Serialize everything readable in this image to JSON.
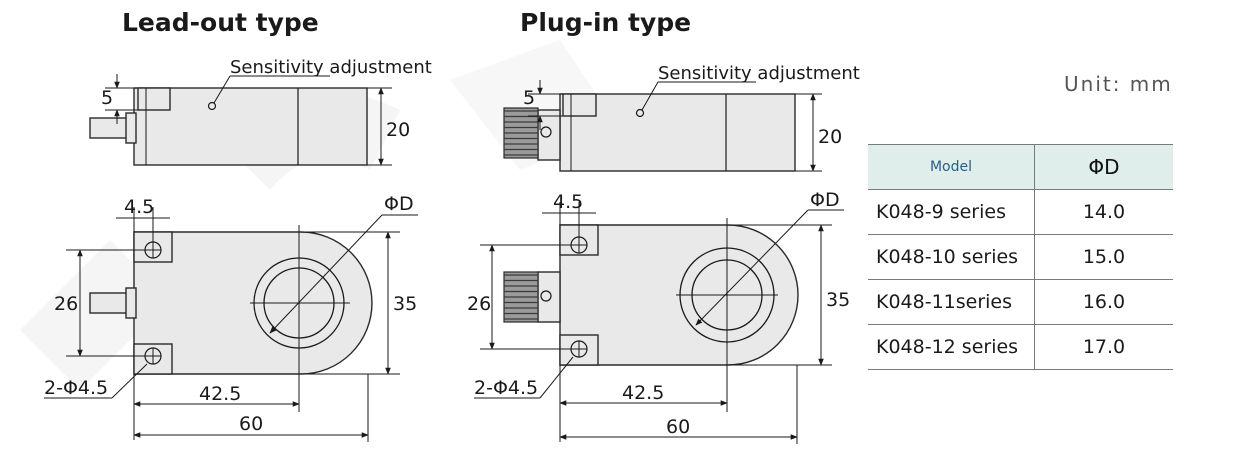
{
  "lead_out": {
    "title": "Lead-out type",
    "sensitivity_label": "Sensitivity adjustment",
    "dim_5": "5",
    "dim_20": "20",
    "dim_45": "4.5",
    "dim_phid": "ΦD",
    "dim_26": "26",
    "dim_35": "35",
    "dim_hole": "2-Φ4.5",
    "dim_425": "42.5",
    "dim_60": "60"
  },
  "plug_in": {
    "title": "Plug-in type",
    "sensitivity_label": "Sensitivity adjustment",
    "dim_5": "5",
    "dim_20": "20",
    "dim_45": "4.5",
    "dim_phid": "ΦD",
    "dim_26": "26",
    "dim_35": "35",
    "dim_hole": "2-Φ4.5",
    "dim_425": "42.5",
    "dim_60": "60"
  },
  "unit_label": "Unit: mm",
  "table": {
    "headers": [
      "Model",
      "ΦD"
    ],
    "rows": [
      {
        "model": "K048-9 series",
        "d": "14.0"
      },
      {
        "model": "K048-10 series",
        "d": "15.0"
      },
      {
        "model": "K048-11series",
        "d": "16.0"
      },
      {
        "model": "K048-12 series",
        "d": "17.0"
      }
    ]
  }
}
